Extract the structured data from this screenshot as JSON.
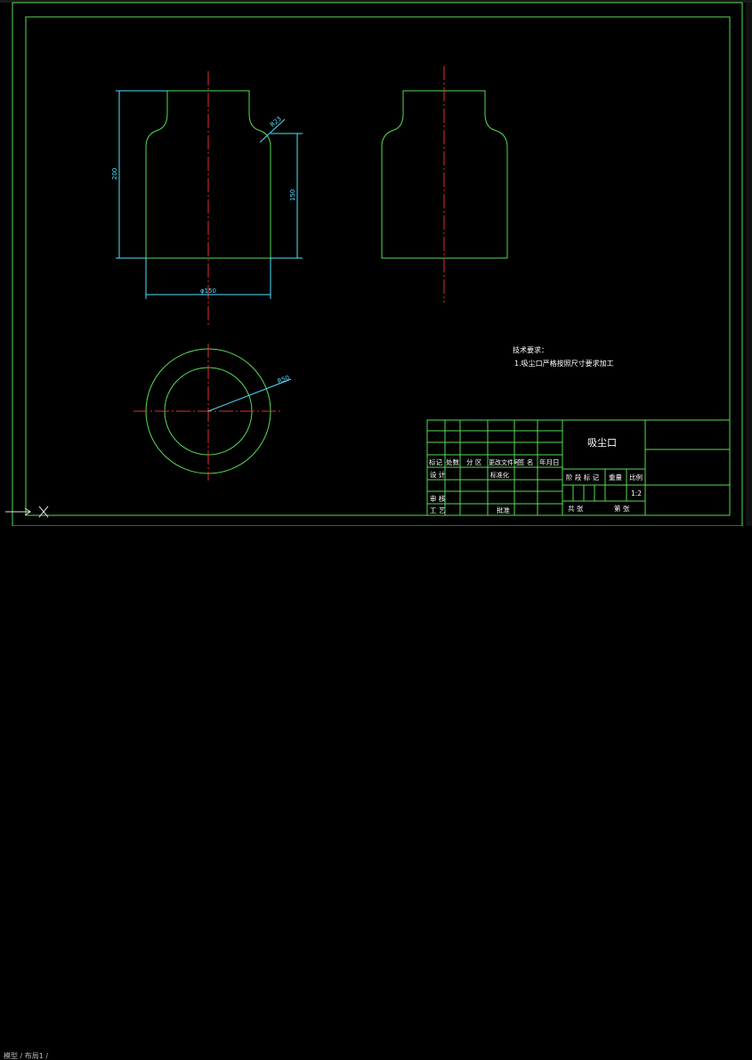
{
  "drawing": {
    "front_view": {
      "dim_height_total": "200",
      "dim_height_body": "150",
      "dim_diameter": "φ150",
      "dim_radius": "R23"
    },
    "top_view": {
      "dim_radius": "R50"
    },
    "tech_requirements": {
      "title": "技术要求：",
      "item1": "1.吸尘口严格按照尺寸要求加工"
    },
    "title_block": {
      "part_name": "吸尘口",
      "row_labels": {
        "biaoji": "标记",
        "chushu": "处数",
        "fenqu": "分 区",
        "wenjian": "更改文件号",
        "qianming": "签 名",
        "riqi": "年月日"
      },
      "sheji": "设 计",
      "biaozhunhua": "标准化",
      "shenhe": "审 核",
      "gongyi": "工 艺",
      "pizhun": "批准",
      "jieduan": "阶 段 标 记",
      "zhongliang": "重量",
      "bili": "比例",
      "bili_value": "1:2",
      "gongzhang": "共  张",
      "dizhang": "第  张"
    }
  },
  "status": {
    "left_text": "模型 / 布局1 /"
  },
  "colors": {
    "frame": "#55dd55",
    "center_line": "#e03030",
    "dimension": "#55e0ff",
    "text": "#ffffff",
    "background": "#000000"
  }
}
